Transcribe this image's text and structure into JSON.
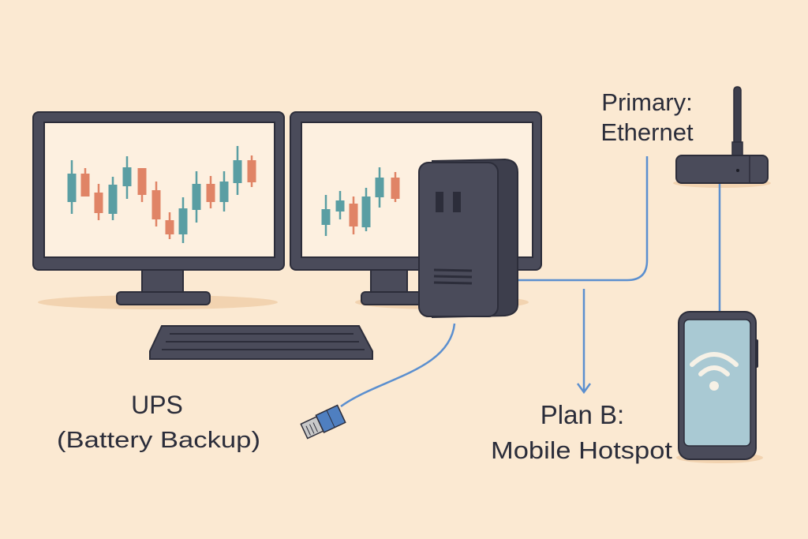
{
  "labels": {
    "primary_line1": "Primary:",
    "primary_line2": "Ethernet",
    "planb_line1": "Plan B:",
    "planb_line2": "Mobile Hotspot",
    "ups_line1": "UPS",
    "ups_line2": "(Battery Backup)"
  },
  "icons": [
    "monitor-icon",
    "ups-icon",
    "keyboard-icon",
    "router-icon",
    "phone-icon",
    "wifi-icon",
    "power-plug-icon",
    "arrow-down-icon"
  ],
  "colors": {
    "background": "#fbe9d2",
    "device": "#4a4b5a",
    "outline": "#2c2d3a",
    "screen": "#fdf0e0",
    "bull_candle": "#5a9ea3",
    "bear_candle": "#e08466",
    "cable": "#5b8fcf",
    "phone_screen": "#a9c9d3"
  }
}
